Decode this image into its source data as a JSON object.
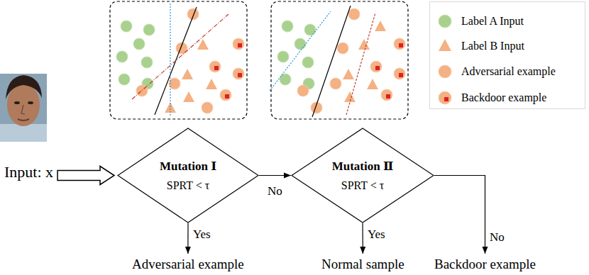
{
  "diagram": {
    "nodes": [
      {
        "text": [
          "Input: x"
        ]
      },
      {
        "text": [
          "Mutation Ⅰ",
          "SPRT < τ"
        ]
      },
      {
        "text": [
          "Mutation Ⅱ",
          "SPRT < τ"
        ]
      },
      {
        "text": [
          "Adversarial example"
        ]
      },
      {
        "text": [
          "Normal sample"
        ]
      },
      {
        "text": [
          "Backdoor example"
        ]
      }
    ],
    "edges": [
      {
        "from": 0,
        "to": 1,
        "arrow": "to"
      },
      {
        "from": 1,
        "to": 2,
        "label": "No",
        "arrow": "to"
      },
      {
        "from": 1,
        "to": 3,
        "label": "Yes",
        "arrow": "to"
      },
      {
        "from": 2,
        "to": 4,
        "label": "Yes",
        "arrow": "to"
      },
      {
        "from": 2,
        "to": 5,
        "label": "No",
        "arrow": "to"
      }
    ],
    "legend": [
      {
        "text": "Label A Input"
      },
      {
        "text": "Label B Input"
      },
      {
        "text": "Adversarial example"
      },
      {
        "text": "Backdoor example"
      }
    ]
  }
}
